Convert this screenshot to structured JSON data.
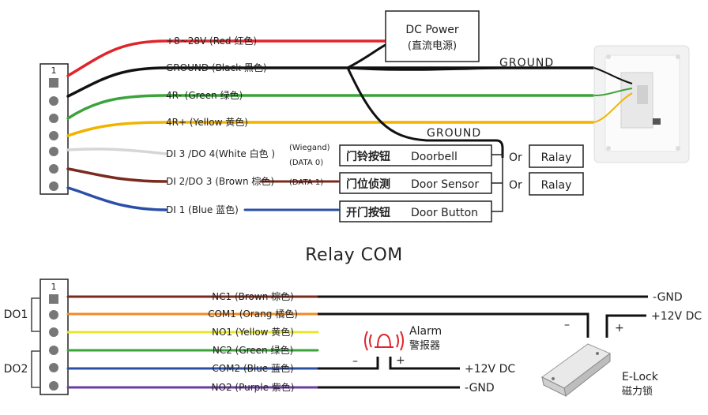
{
  "power_box": {
    "line1": "DC Power",
    "line2": "(直流电源)"
  },
  "top_connector": {
    "pin1_label": "1"
  },
  "top_wires": [
    {
      "label": "+8~28V (Red 红色)",
      "color": "#e0242c"
    },
    {
      "label": "GROUND (Black 黑色)",
      "color": "#111111"
    },
    {
      "label": "4R- (Green 绿色)",
      "color": "#3aa33a"
    },
    {
      "label": "4R+ (Yellow 黄色)",
      "color": "#f0b400"
    },
    {
      "label": "DI 3 /DO 4(White 白色 )",
      "color": "#d6d6d6"
    },
    {
      "label": "DI 2/DO 3 (Brown 棕色)",
      "color": "#7a2a1e"
    },
    {
      "label": "DI 1 (Blue 蓝色)",
      "color": "#2b4fa8"
    }
  ],
  "wiegand": {
    "line1": "(Wiegand)",
    "line2": "(DATA 0)",
    "data1": "(DATA 1)"
  },
  "ground_labels": {
    "top": "GROUND",
    "middle": "GROUND"
  },
  "inputs": [
    {
      "cn": "门铃按钮",
      "en": "Doorbell"
    },
    {
      "cn": "门位侦测",
      "en": "Door Sensor"
    },
    {
      "cn": "开门按钮",
      "en": "Door Button"
    }
  ],
  "or_label": "Or",
  "relay_label": "Ralay",
  "relay_com_title": "Relay COM",
  "bottom_connector": {
    "pin1_label": "1",
    "do1": "DO1",
    "do2": "DO2"
  },
  "bottom_wires": [
    {
      "label": "NC1 (Brown 棕色)",
      "color": "#7a2a1e"
    },
    {
      "label": "COM1 (Orang 橘色)",
      "color": "#f08a24"
    },
    {
      "label": "NO1 (Yellow 黄色)",
      "color": "#e6e62e"
    },
    {
      "label": "NC2 (Green 绿色)",
      "color": "#3aa33a"
    },
    {
      "label": "COM2 (Blue  蓝色)",
      "color": "#2b4fa8"
    },
    {
      "label": "NO2 (Purple 紫色)",
      "color": "#6a3ea0"
    }
  ],
  "alarm": {
    "en": "Alarm",
    "cn": "警报器",
    "minus": "–",
    "plus": "+"
  },
  "elock": {
    "en": "E-Lock",
    "cn": "磁力锁",
    "minus": "–",
    "plus": "+"
  },
  "bottom_labels": {
    "gnd1": "-GND",
    "v12_1": "+12V DC",
    "v12_2": "+12V DC",
    "gnd2": "-GND"
  }
}
